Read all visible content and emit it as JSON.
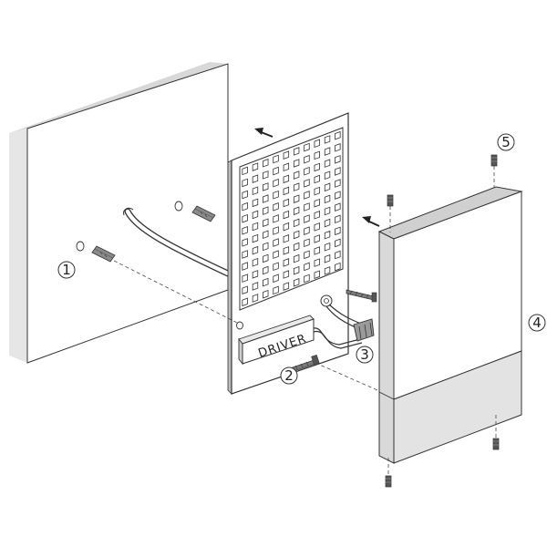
{
  "diagram": {
    "driver_label": "DRIVER",
    "callouts": [
      {
        "id": "1",
        "label": "1"
      },
      {
        "id": "2",
        "label": "2"
      },
      {
        "id": "3",
        "label": "3"
      },
      {
        "id": "4",
        "label": "4"
      },
      {
        "id": "5",
        "label": "5"
      }
    ],
    "colors": {
      "line": "#333333",
      "wall_shadow": "#dcdcdc",
      "cover_face": "#ffffff",
      "cover_lower": "#e3e3e3",
      "cover_side": "#d6d6d6"
    }
  }
}
